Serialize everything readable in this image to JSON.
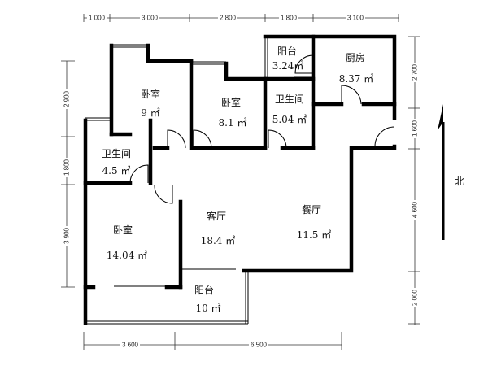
{
  "dimensions": {
    "top": [
      "1 000",
      "3 000",
      "2 800",
      "1 800",
      "3 100"
    ],
    "right": [
      "2 700",
      "1 600",
      "4 600",
      "2 000"
    ],
    "left": [
      "2 900",
      "1 800",
      "3 900"
    ],
    "bottom": [
      "3 600",
      "6 500"
    ]
  },
  "rooms": [
    {
      "name": "卧室",
      "area": "9 ㎡"
    },
    {
      "name": "卧室",
      "area": "8.1 ㎡"
    },
    {
      "name": "阳台",
      "area": "3.24㎡"
    },
    {
      "name": "厨房",
      "area": "8.37 ㎡"
    },
    {
      "name": "卫生间",
      "area": "5.04 ㎡"
    },
    {
      "name": "卫生间",
      "area": "4.5 ㎡"
    },
    {
      "name": "客厅",
      "area": "18.4 ㎡"
    },
    {
      "name": "餐厅",
      "area": "11.5 ㎡"
    },
    {
      "name": "卧室",
      "area": "14.04 ㎡"
    },
    {
      "name": "阳台",
      "area": "10 ㎡"
    }
  ],
  "compass": {
    "label": "北"
  }
}
